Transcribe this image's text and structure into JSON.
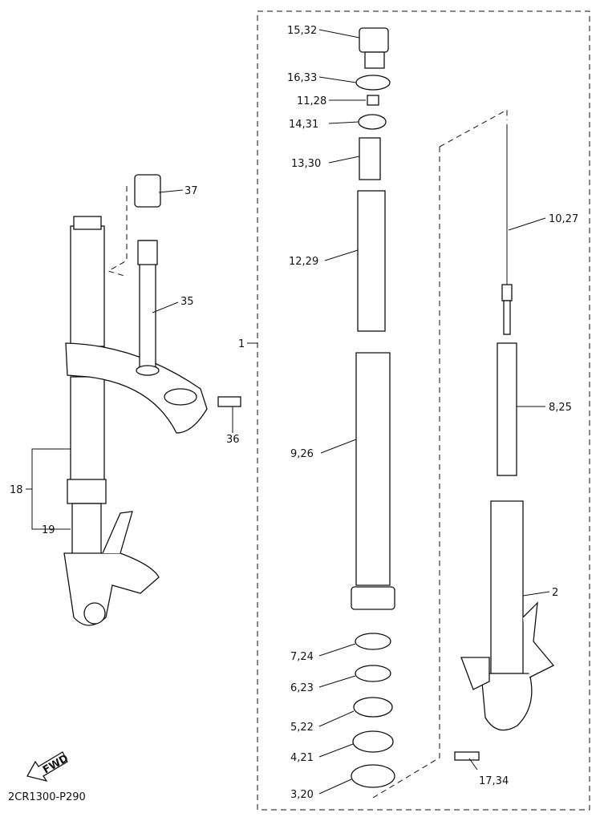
{
  "diagram": {
    "code": "2CR1300-P290",
    "fwd_label": "FWD",
    "labels": {
      "p15_32": "15,32",
      "p16_33": "16,33",
      "p11_28": "11,28",
      "p14_31": "14,31",
      "p13_30": "13,30",
      "p12_29": "12,29",
      "p10_27": "10,27",
      "p1": "1",
      "p37": "37",
      "p35": "35",
      "p36": "36",
      "p18": "18",
      "p19": "19",
      "p9_26": "9,26",
      "p8_25": "8,25",
      "p2": "2",
      "p7_24": "7,24",
      "p6_23": "6,23",
      "p5_22": "5,22",
      "p4_21": "4,21",
      "p3_20": "3,20",
      "p17_34": "17,34"
    }
  }
}
